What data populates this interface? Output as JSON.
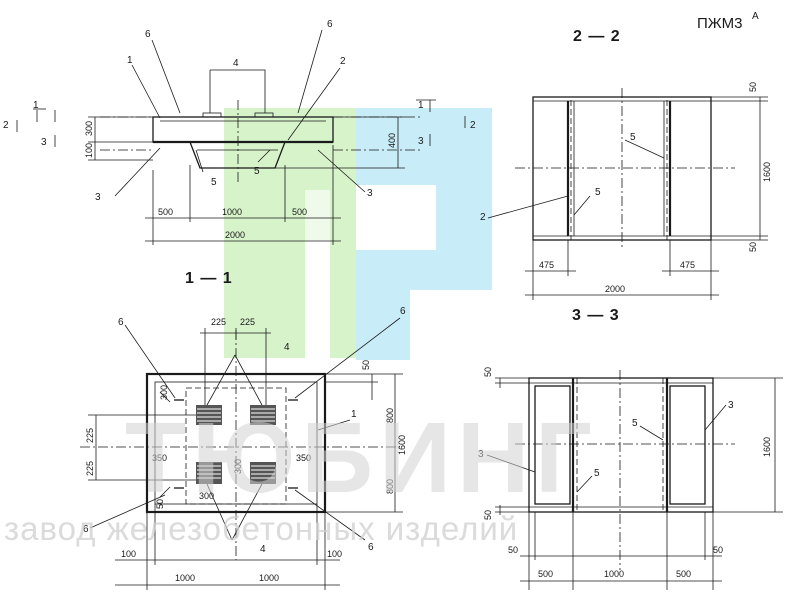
{
  "title": "ПЖМ3",
  "title_sup": "А",
  "watermark": {
    "word": "ТЮБИНГ",
    "subtitle": "завод железобетонных изделий"
  },
  "colors": {
    "ink": "#1a1a1a",
    "logo_green": "#c9efb8",
    "logo_blue": "#b6e6f5",
    "watermark": "#cfcfcf"
  },
  "section_labels": {
    "s22": "2 — 2",
    "s33": "3 — 3",
    "s11": "1 — 1"
  },
  "cut_marks": {
    "c1": "1",
    "c2": "2",
    "c3": "3"
  },
  "elevation": {
    "leaders": [
      "6",
      "6",
      "1",
      "4",
      "2",
      "3",
      "5",
      "5",
      "3"
    ],
    "dims": [
      "300",
      "100",
      "400",
      "500",
      "1000",
      "500",
      "2000"
    ]
  },
  "section22": {
    "leaders": [
      "5",
      "5",
      "2"
    ],
    "dims": [
      "50",
      "1600",
      "50",
      "475",
      "475",
      "2000"
    ]
  },
  "plan": {
    "leaders": [
      "6",
      "4",
      "6",
      "1",
      "6",
      "4",
      "6"
    ],
    "dims": [
      "225",
      "225",
      "300",
      "50",
      "800",
      "1600",
      "800",
      "225",
      "225",
      "350",
      "350",
      "300",
      "300",
      "50",
      "100",
      "100",
      "1000",
      "1000"
    ]
  },
  "section33": {
    "leaders": [
      "3",
      "5",
      "3",
      "5"
    ],
    "dims": [
      "50",
      "1600",
      "50",
      "50",
      "50",
      "500",
      "1000",
      "500"
    ]
  }
}
